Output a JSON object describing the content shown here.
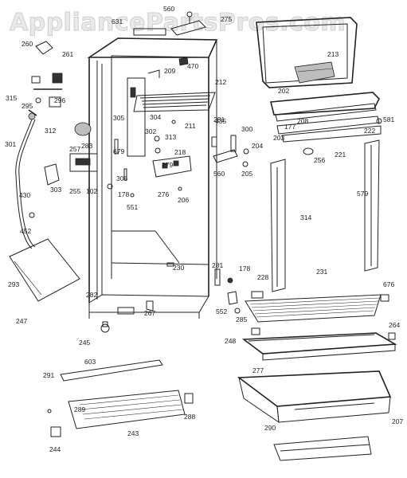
{
  "watermark": "AppliancePartsPros.com",
  "labels": [
    "560",
    "631",
    "275",
    "260",
    "261",
    "470",
    "209",
    "212",
    "213",
    "315",
    "295",
    "296",
    "305",
    "304",
    "312",
    "211",
    "202",
    "208",
    "581",
    "177",
    "222",
    "435",
    "257",
    "283",
    "281",
    "300",
    "302",
    "313",
    "301",
    "218",
    "679",
    "279",
    "204",
    "203",
    "221",
    "256",
    "255",
    "102",
    "303",
    "306",
    "276",
    "560",
    "205",
    "579",
    "430",
    "178",
    "551",
    "206",
    "314",
    "452",
    "281",
    "178",
    "230",
    "228",
    "231",
    "676",
    "293",
    "282",
    "552",
    "285",
    "267",
    "247",
    "248",
    "264",
    "245",
    "277",
    "603",
    "291",
    "289",
    "288",
    "243",
    "290",
    "244",
    "207"
  ]
}
